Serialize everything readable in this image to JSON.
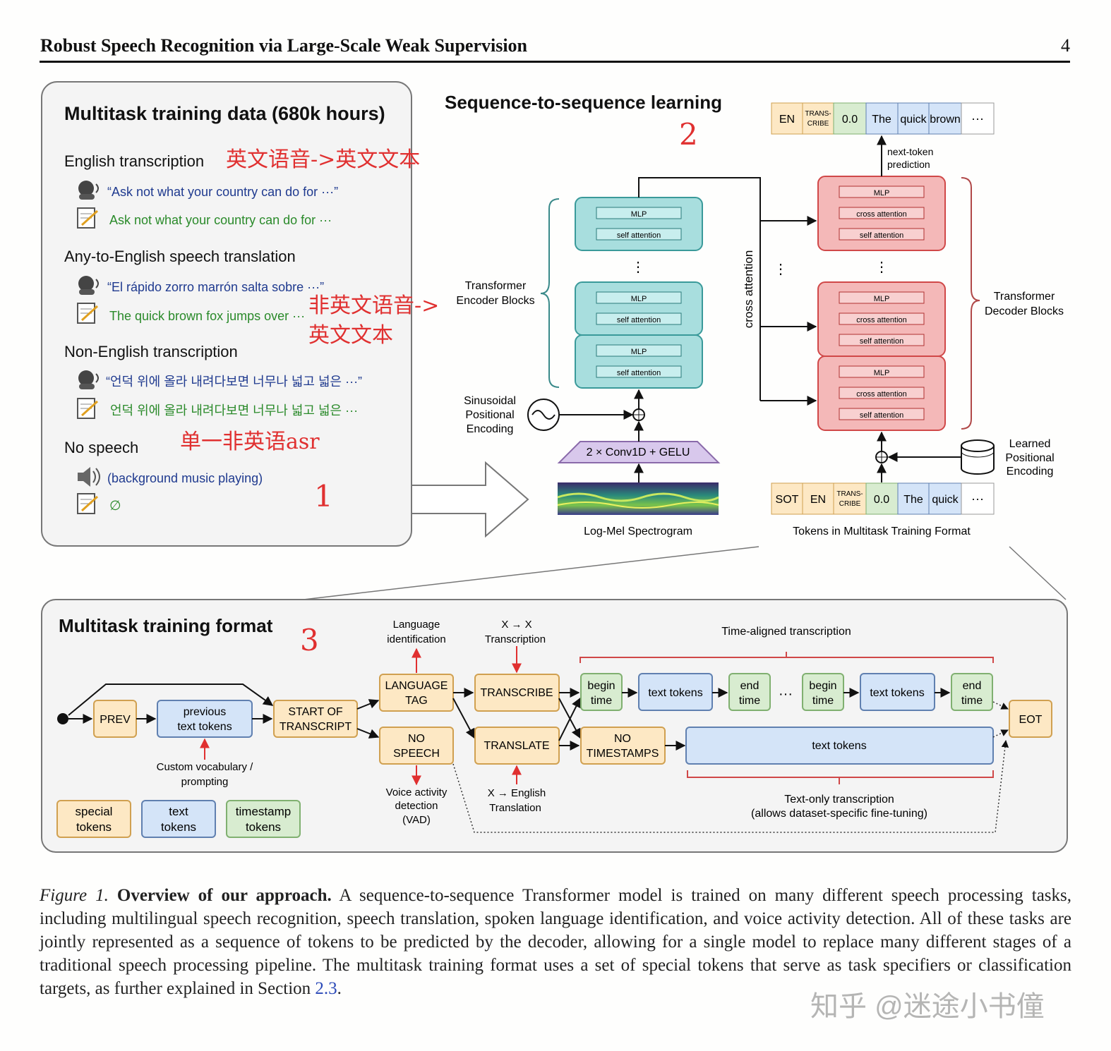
{
  "header": {
    "title": "Robust Speech Recognition via Large-Scale Weak Supervision",
    "page": "4"
  },
  "panel1": {
    "title": "Multitask training data (680k hours)",
    "english": {
      "label": "English transcription",
      "audio": "“Ask not what your country can do for ···”",
      "text": "Ask not what your country can do for ···"
    },
    "translation": {
      "label": "Any-to-English speech translation",
      "audio": "“El rápido zorro marrón salta sobre ···”",
      "text": "The quick brown fox jumps over ···"
    },
    "nonenglish": {
      "label": "Non-English transcription",
      "audio": "“언덕 위에 올라 내려다보면 너무나 넓고 넓은 ···”",
      "text": "언덕 위에 올라 내려다보면 너무나 넓고 넓은 ···"
    },
    "nospeech": {
      "label": "No speech",
      "audio": "(background music playing)",
      "text": "∅"
    }
  },
  "annotations": {
    "a1": "英文语音->英文文本",
    "a2_line1": "非英文语音->",
    "a2_line2": "英文文本",
    "a3": "单一非英语asr",
    "n1": "1",
    "n2": "2",
    "n3": "3"
  },
  "panel2": {
    "title": "Sequence-to-sequence learning",
    "mlp": "MLP",
    "self_attention": "self attention",
    "cross_attention": "cross attention",
    "encoder_blocks": [
      "Transformer",
      "Encoder Blocks"
    ],
    "decoder_blocks": [
      "Transformer",
      "Decoder Blocks"
    ],
    "sinusoidal": [
      "Sinusoidal",
      "Positional",
      "Encoding"
    ],
    "learned": [
      "Learned",
      "Positional",
      "Encoding"
    ],
    "conv": "2 × Conv1D + GELU",
    "spectrogram": "Log-Mel Spectrogram",
    "tokens_caption": "Tokens in Multitask Training Format",
    "cross_attention_side": "cross attention",
    "next_token": [
      "next-token",
      "prediction"
    ],
    "ellipsis": "⋮",
    "top_tokens": [
      "EN",
      "TRANS-",
      "CRIBE",
      "0.0",
      "The",
      "quick",
      "brown",
      "···"
    ],
    "bottom_tokens": [
      "SOT",
      "EN",
      "TRANS-",
      "CRIBE",
      "0.0",
      "The",
      "quick",
      "···"
    ]
  },
  "panel3": {
    "title": "Multitask training format",
    "prev": "PREV",
    "previous_text": [
      "previous",
      "text tokens"
    ],
    "custom_vocab": [
      "Custom vocabulary /",
      "prompting"
    ],
    "start": [
      "START OF",
      "TRANSCRIPT"
    ],
    "lang_tag": [
      "LANGUAGE",
      "TAG"
    ],
    "no_speech": [
      "NO",
      "SPEECH"
    ],
    "lang_id": [
      "Language",
      "identification"
    ],
    "vad": [
      "Voice activity",
      "detection",
      "(VAD)"
    ],
    "transcribe": "TRANSCRIBE",
    "translate": "TRANSLATE",
    "xx": [
      "X → X",
      "Transcription"
    ],
    "xen": [
      "X → English",
      "Translation"
    ],
    "time_aligned": "Time-aligned transcription",
    "begin_time": [
      "begin",
      "time"
    ],
    "end_time": [
      "end",
      "time"
    ],
    "text_tokens": "text tokens",
    "dots": "···",
    "no_timestamps": [
      "NO",
      "TIMESTAMPS"
    ],
    "text_only": [
      "Text-only transcription",
      "(allows dataset-specific fine-tuning)"
    ],
    "eot": "EOT",
    "legend_special": [
      "special",
      "tokens"
    ],
    "legend_text": [
      "text",
      "tokens"
    ],
    "legend_timestamp": [
      "timestamp",
      "tokens"
    ]
  },
  "caption": {
    "fig": "Figure 1.",
    "bold": "Overview of our approach.",
    "body": "A sequence-to-sequence Transformer model is trained on many different speech processing tasks, including multilingual speech recognition, speech translation, spoken language identification, and voice activity detection. All of these tasks are jointly represented as a sequence of tokens to be predicted by the decoder, allowing for a single model to replace many different stages of a traditional speech processing pipeline. The multitask training format uses a set of special tokens that serve as task specifiers or classification targets, as further explained in Section",
    "ref": "2.3",
    "end": "."
  },
  "watermark": "知乎 @迷途小书僮"
}
